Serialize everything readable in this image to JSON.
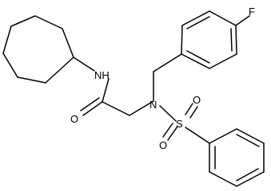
{
  "molecule": {
    "atoms": {
      "nh": "NH",
      "n": "N",
      "o_carbonyl": "O",
      "s": "S",
      "o_sulfonyl_left": "O",
      "o_sulfonyl_right": "O",
      "f": "F"
    }
  },
  "colors": {
    "bond": "#000000",
    "label": "#000000",
    "background": "#ffffff"
  }
}
